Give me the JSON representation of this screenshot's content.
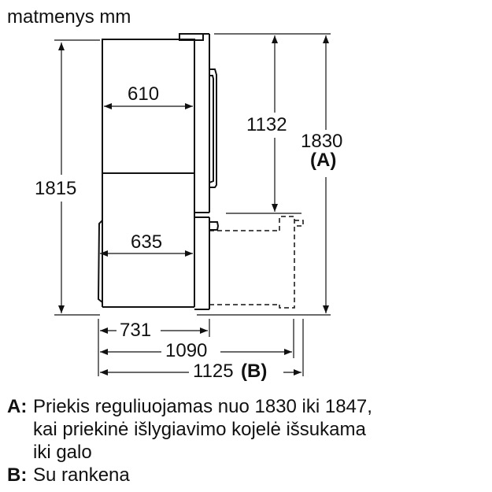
{
  "title": "matmenys mm",
  "dimensions": {
    "total_height_body": "1815",
    "width_top": "610",
    "width_bottom": "635",
    "door_section_height": "1132",
    "total_height": "1830",
    "total_height_note": "(A)",
    "depth": "731",
    "depth_door_open": "1090",
    "depth_with_handle": "1125",
    "depth_with_handle_note": "(B)"
  },
  "legend": [
    {
      "key": "A:",
      "lines": [
        "Priekis reguliuojamas nuo 1830 iki 1847,",
        "kai priekinė išlygiavimo kojelė išsukama",
        "iki galo"
      ]
    },
    {
      "key": "B:",
      "lines": [
        "Su rankena"
      ]
    }
  ],
  "colors": {
    "line": "#111111",
    "background": "#ffffff"
  }
}
